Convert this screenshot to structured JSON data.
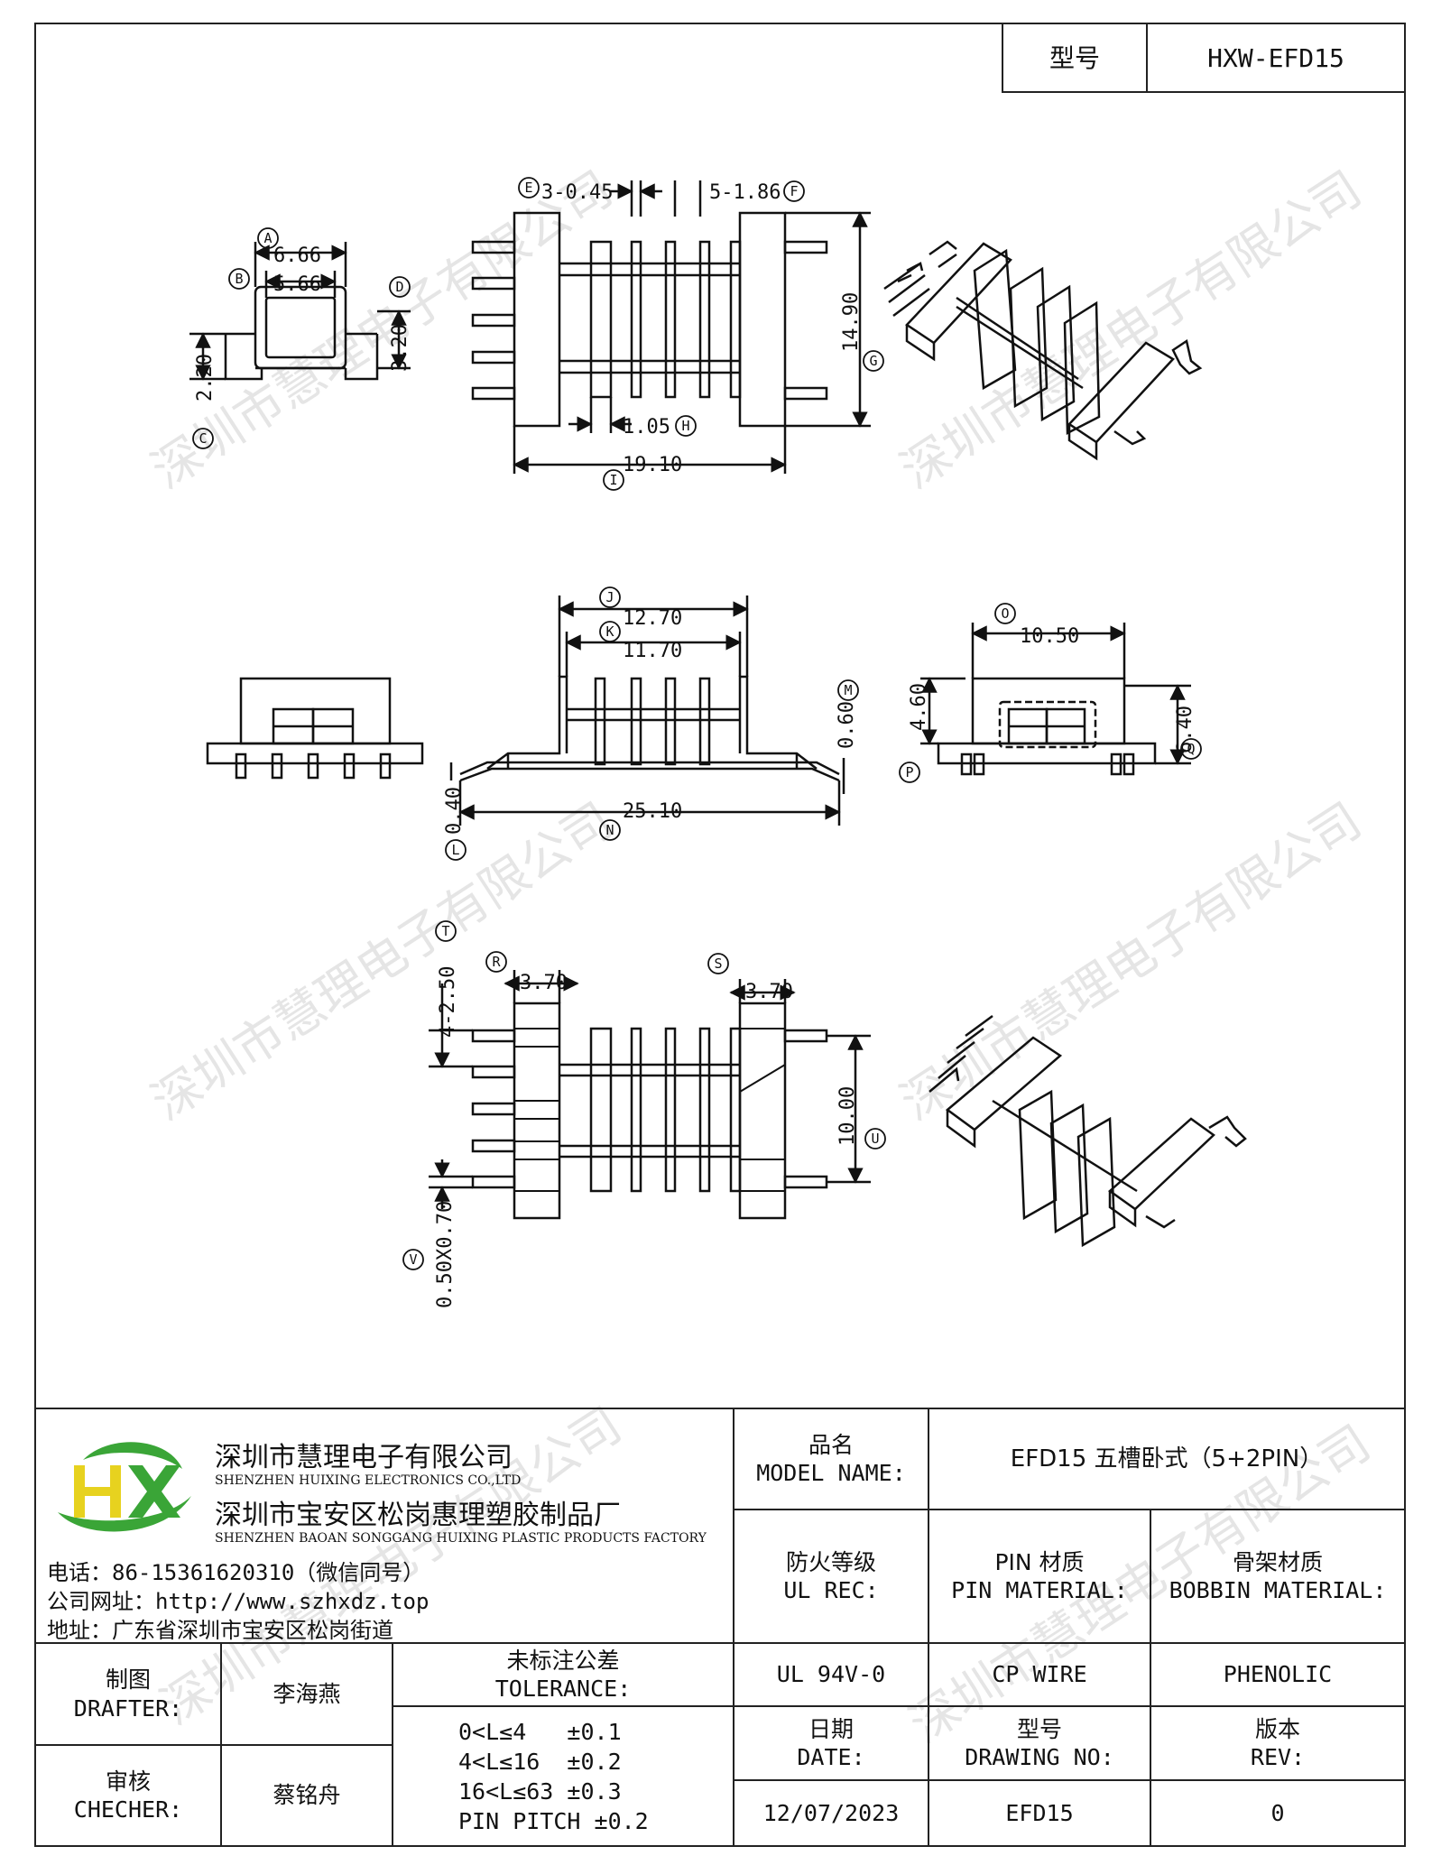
{
  "header": {
    "model_label": "型号",
    "model_value": "HXW-EFD15"
  },
  "drawing": {
    "view_top": {
      "A": "6.66",
      "B": "5.66",
      "C": "2.20",
      "D": "3.20",
      "E": "3-0.45",
      "F": "5-1.86",
      "G": "14.90",
      "H": "1.05",
      "I": "19.10"
    },
    "view_mid": {
      "J": "12.70",
      "K": "11.70",
      "L": "0.40",
      "M": "0.60",
      "N": "25.10",
      "O": "10.50",
      "P": "4.60",
      "Q": "6.40"
    },
    "view_bottom": {
      "R": "3.70",
      "S": "3.70",
      "T": "4-2.50",
      "U": "10.00",
      "V": "0.50X0.70"
    },
    "letters": [
      "A",
      "B",
      "C",
      "D",
      "E",
      "F",
      "G",
      "H",
      "I",
      "J",
      "K",
      "L",
      "M",
      "N",
      "O",
      "P",
      "Q",
      "R",
      "S",
      "T",
      "U",
      "V"
    ]
  },
  "watermark": "深圳市慧理电子有限公司",
  "company": {
    "name_cn": "深圳市慧理电子有限公司",
    "name_en": "SHENZHEN HUIXING ELECTRONICS CO.,LTD",
    "factory_cn": "深圳市宝安区松岗惠理塑胶制品厂",
    "factory_en": "SHENZHEN BAOAN SONGGANG HUIXING PLASTIC PRODUCTS FACTORY",
    "phone": "电话：86-15361620310（微信同号）",
    "website": "公司网址：http://www.szhxdz.top",
    "address": "地址：广东省深圳市宝安区松岗街道",
    "logo_text": "HX",
    "logo_green": "#3aa537",
    "logo_yellow": "#e7d21f"
  },
  "title_block": {
    "model_name_cn": "品名",
    "model_name_en": "MODEL NAME:",
    "model_name_value": "EFD15 五槽卧式（5+2PIN）",
    "ul_cn": "防火等级",
    "ul_en": "UL REC:",
    "pin_cn": "PIN 材质",
    "pin_en": "PIN MATERIAL:",
    "bobbin_cn": "骨架材质",
    "bobbin_en": "BOBBIN MATERIAL:",
    "ul_value": "UL 94V-0",
    "pin_value": "CP WIRE",
    "bobbin_value": "PHENOLIC",
    "drafter_cn": "制图",
    "drafter_en": "DRAFTER:",
    "drafter_name": "李海燕",
    "checker_cn": "审核",
    "checker_en": "CHECHER:",
    "checker_name": "蔡铭舟",
    "tolerance_cn": "未标注公差",
    "tolerance_en": "TOLERANCE:",
    "tolerances": [
      "0<L≤4   ±0.1",
      "4<L≤16  ±0.2",
      "16<L≤63 ±0.3",
      "PIN PITCH ±0.2"
    ],
    "date_cn": "日期",
    "date_en": "DATE:",
    "date_value": "12/07/2023",
    "drawing_no_cn": "型号",
    "drawing_no_en": "DRAWING NO:",
    "drawing_no_value": "EFD15",
    "rev_cn": "版本",
    "rev_en": "REV:",
    "rev_value": "0"
  }
}
